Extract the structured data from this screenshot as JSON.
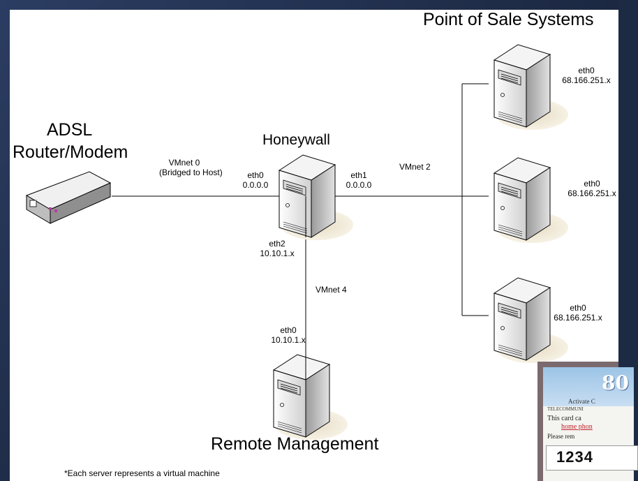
{
  "title": "Point of Sale Systems",
  "nodes": {
    "adsl": {
      "line1": "ADSL",
      "line2": "Router/Modem"
    },
    "honeywall": {
      "name": "Honeywall"
    },
    "remote": {
      "name": "Remote Management"
    }
  },
  "links": {
    "vmnet0": {
      "name": "VMnet 0",
      "sub": "(Bridged to Host)"
    },
    "vmnet2": {
      "name": "VMnet 2"
    },
    "vmnet4": {
      "name": "VMnet 4"
    }
  },
  "interfaces": {
    "hw_eth0": {
      "name": "eth0",
      "ip": "0.0.0.0"
    },
    "hw_eth1": {
      "name": "eth1",
      "ip": "0.0.0.0"
    },
    "hw_eth2": {
      "name": "eth2",
      "ip": "10.10.1.x"
    },
    "rm_eth0": {
      "name": "eth0",
      "ip": "10.10.1.x"
    },
    "pos1_eth0": {
      "name": "eth0",
      "ip": "68.166.251.x"
    },
    "pos2_eth0": {
      "name": "eth0",
      "ip": "68.166.251.x"
    },
    "pos3_eth0": {
      "name": "eth0",
      "ip": "68.166.251.x"
    }
  },
  "footnote": "*Each server represents a virtual machine",
  "card": {
    "number": "80",
    "line1": "Activate C",
    "line2": "TELECOMMUNI",
    "line3": "This card ca",
    "line4": "home phon",
    "line5": "Please rem",
    "pin": "1234"
  }
}
